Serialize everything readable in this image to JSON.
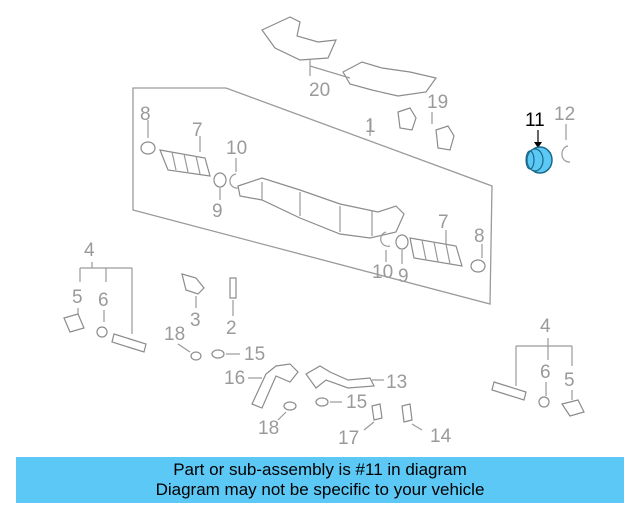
{
  "callouts": {
    "n1": "1",
    "n2": "2",
    "n3": "3",
    "n4a": "4",
    "n4b": "4",
    "n5a": "5",
    "n5b": "5",
    "n6a": "6",
    "n6b": "6",
    "n7a": "7",
    "n7b": "7",
    "n8a": "8",
    "n8b": "8",
    "n9a": "9",
    "n9b": "9",
    "n10a": "10",
    "n10b": "10",
    "n11": "11",
    "n12": "12",
    "n13": "13",
    "n14": "14",
    "n15a": "15",
    "n15b": "15",
    "n16": "16",
    "n17": "17",
    "n18a": "18",
    "n18b": "18",
    "n19": "19",
    "n20": "20"
  },
  "highlight": {
    "part": "11",
    "color": "#5bc8f5"
  },
  "banner": {
    "line1": "Part or sub-assembly is #11 in diagram",
    "line2": "Diagram may not be specific to your vehicle",
    "color": "#5bc8f5"
  }
}
